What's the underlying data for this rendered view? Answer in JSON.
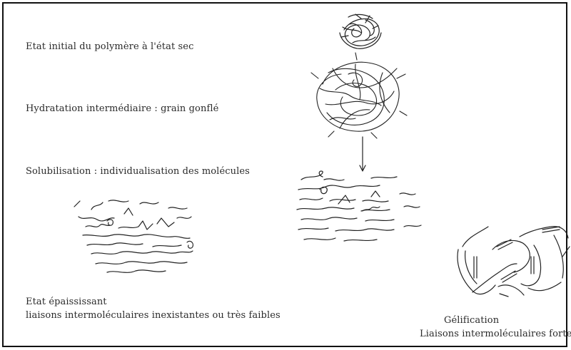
{
  "stages": {
    "dry": "Etat initial du polymère à l'état sec",
    "swollen": "Hydratation intermédiaire : grain gonflé",
    "solubilisation": "Solubilisation : individualisation des molécules",
    "thickening_title": "Etat épaississant",
    "thickening_detail": "liaisons intermoléculaires inexistantes ou très faibles",
    "gel_title": "Gélification",
    "gel_detail": "Liaisons intermoléculaires fortes"
  }
}
